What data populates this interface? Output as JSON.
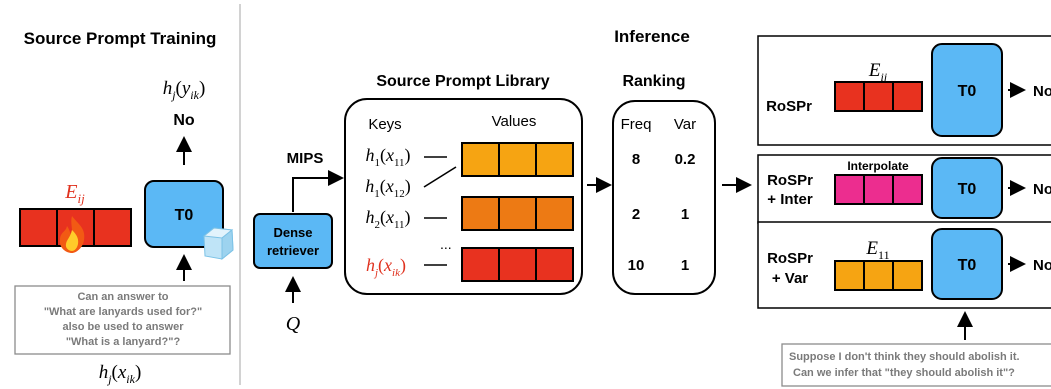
{
  "source_training": {
    "title": "Source Prompt Training",
    "output_label": "h_j(y_ik)",
    "output_value": "No",
    "prompt_label": "E_ij",
    "model": "T0",
    "fire_icon": "fire-icon",
    "ice_icon": "ice-cube-icon",
    "question": [
      "Can an answer to",
      "\"What are lanyards used for?\"",
      "also be used to answer",
      "\"What is a lanyard?\"?"
    ],
    "input_label": "h_j(x_ik)"
  },
  "inference": {
    "title": "Inference",
    "mips_label": "MIPS",
    "retriever": [
      "Dense",
      "retriever"
    ],
    "query_label": "Q",
    "library": {
      "title": "Source Prompt Library",
      "keys_header": "Keys",
      "values_header": "Values",
      "keys": [
        {
          "fn": "h",
          "sub": "1",
          "arg": "x",
          "argsub": "11"
        },
        {
          "fn": "h",
          "sub": "1",
          "arg": "x",
          "argsub": "12"
        },
        {
          "fn": "h",
          "sub": "2",
          "arg": "x",
          "argsub": "11"
        },
        {
          "fn": "h",
          "sub": "j",
          "arg": "x",
          "argsub": "ik"
        }
      ],
      "ellipsis": "..."
    },
    "ranking": {
      "title": "Ranking",
      "headers": [
        "Freq",
        "Var"
      ],
      "rows": [
        [
          "8",
          "0.2"
        ],
        [
          "2",
          "1"
        ],
        [
          "10",
          "1"
        ]
      ]
    },
    "methods": [
      {
        "name": [
          "RoSPr"
        ],
        "prompt_label": "E_ij",
        "model": "T0",
        "output": "No"
      },
      {
        "name": [
          "RoSPr",
          "+ Inter"
        ],
        "prompt_label": "Interpolate",
        "model": "T0",
        "output": "No"
      },
      {
        "name": [
          "RoSPr",
          "+ Var"
        ],
        "prompt_label": "E_11",
        "model": "T0",
        "output": "No"
      }
    ],
    "query_text": [
      "Suppose I don't think they should abolish it.",
      "Can we infer that \"they should abolish it\"?"
    ]
  },
  "colors": {
    "t0_fill": "#5bb8f5",
    "prompt_red": "#e8321f",
    "prompt_orange": "#ed7a14",
    "prompt_amber": "#f6a412",
    "prompt_pink": "#ec2d8f",
    "highlight_red": "#e0321f"
  }
}
